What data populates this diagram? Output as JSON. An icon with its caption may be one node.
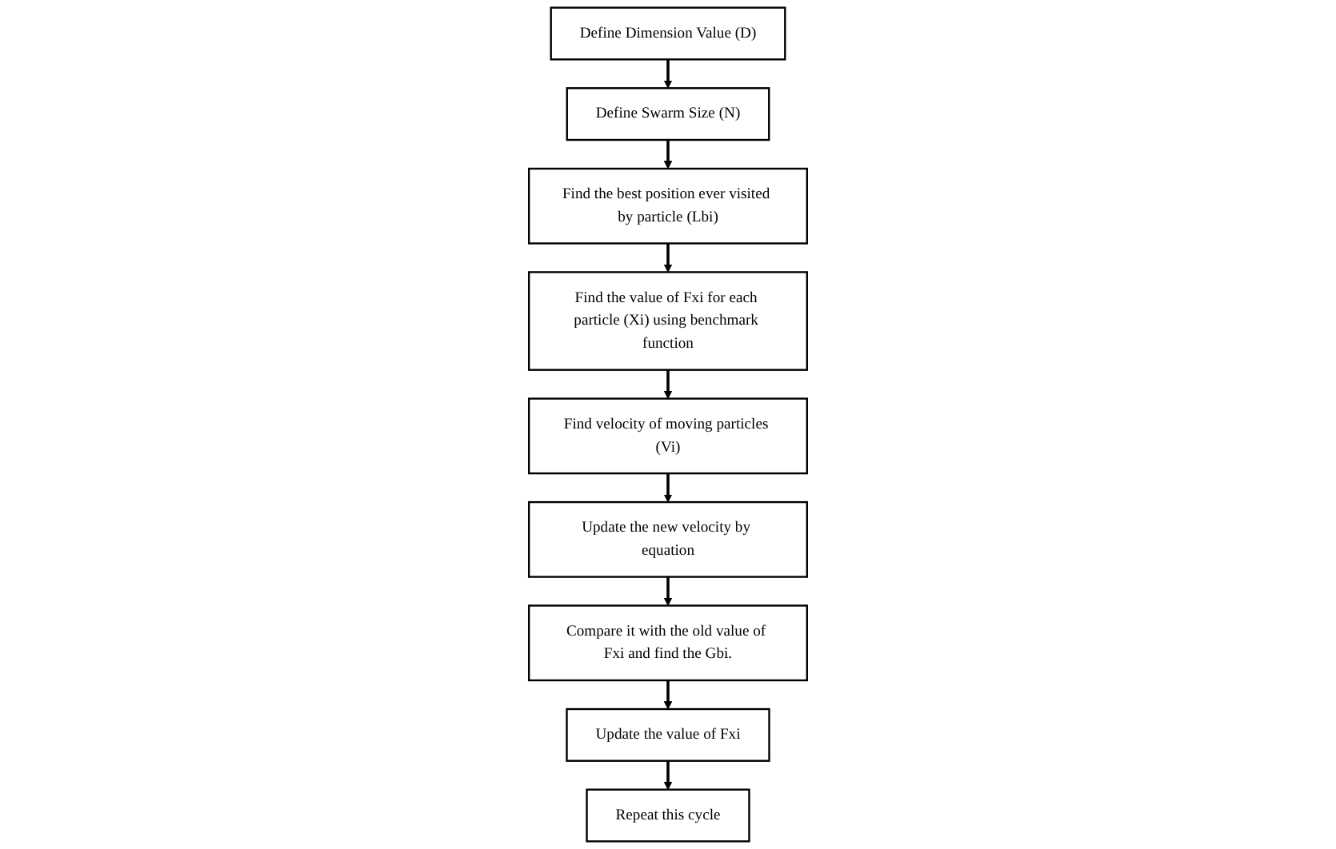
{
  "diagram": {
    "nodes": [
      {
        "text": [
          "Define Dimension Value (D)"
        ]
      },
      {
        "text": [
          "Define Swarm Size (N)"
        ]
      },
      {
        "text": [
          "Find the best position ever visited by particle (Lbi)"
        ]
      },
      {
        "text": [
          "Find the value of Fxi for each particle (Xi) using benchmark function"
        ]
      },
      {
        "text": [
          "Find velocity of moving particles (Vi)"
        ]
      },
      {
        "text": [
          "Update the new velocity by equation"
        ]
      },
      {
        "text": [
          "Compare it with the old value of Fxi and find the Gbi."
        ]
      },
      {
        "text": [
          "Update the value of Fxi"
        ]
      },
      {
        "text": [
          "Repeat this cycle"
        ]
      }
    ],
    "edges": [
      {
        "from": 0,
        "to": 1,
        "arrow": "to"
      },
      {
        "from": 1,
        "to": 2,
        "arrow": "to"
      },
      {
        "from": 2,
        "to": 3,
        "arrow": "to"
      },
      {
        "from": 3,
        "to": 4,
        "arrow": "to"
      },
      {
        "from": 4,
        "to": 5,
        "arrow": "to"
      },
      {
        "from": 5,
        "to": 6,
        "arrow": "to"
      },
      {
        "from": 6,
        "to": 7,
        "arrow": "to"
      },
      {
        "from": 7,
        "to": 8,
        "arrow": "to"
      }
    ]
  }
}
